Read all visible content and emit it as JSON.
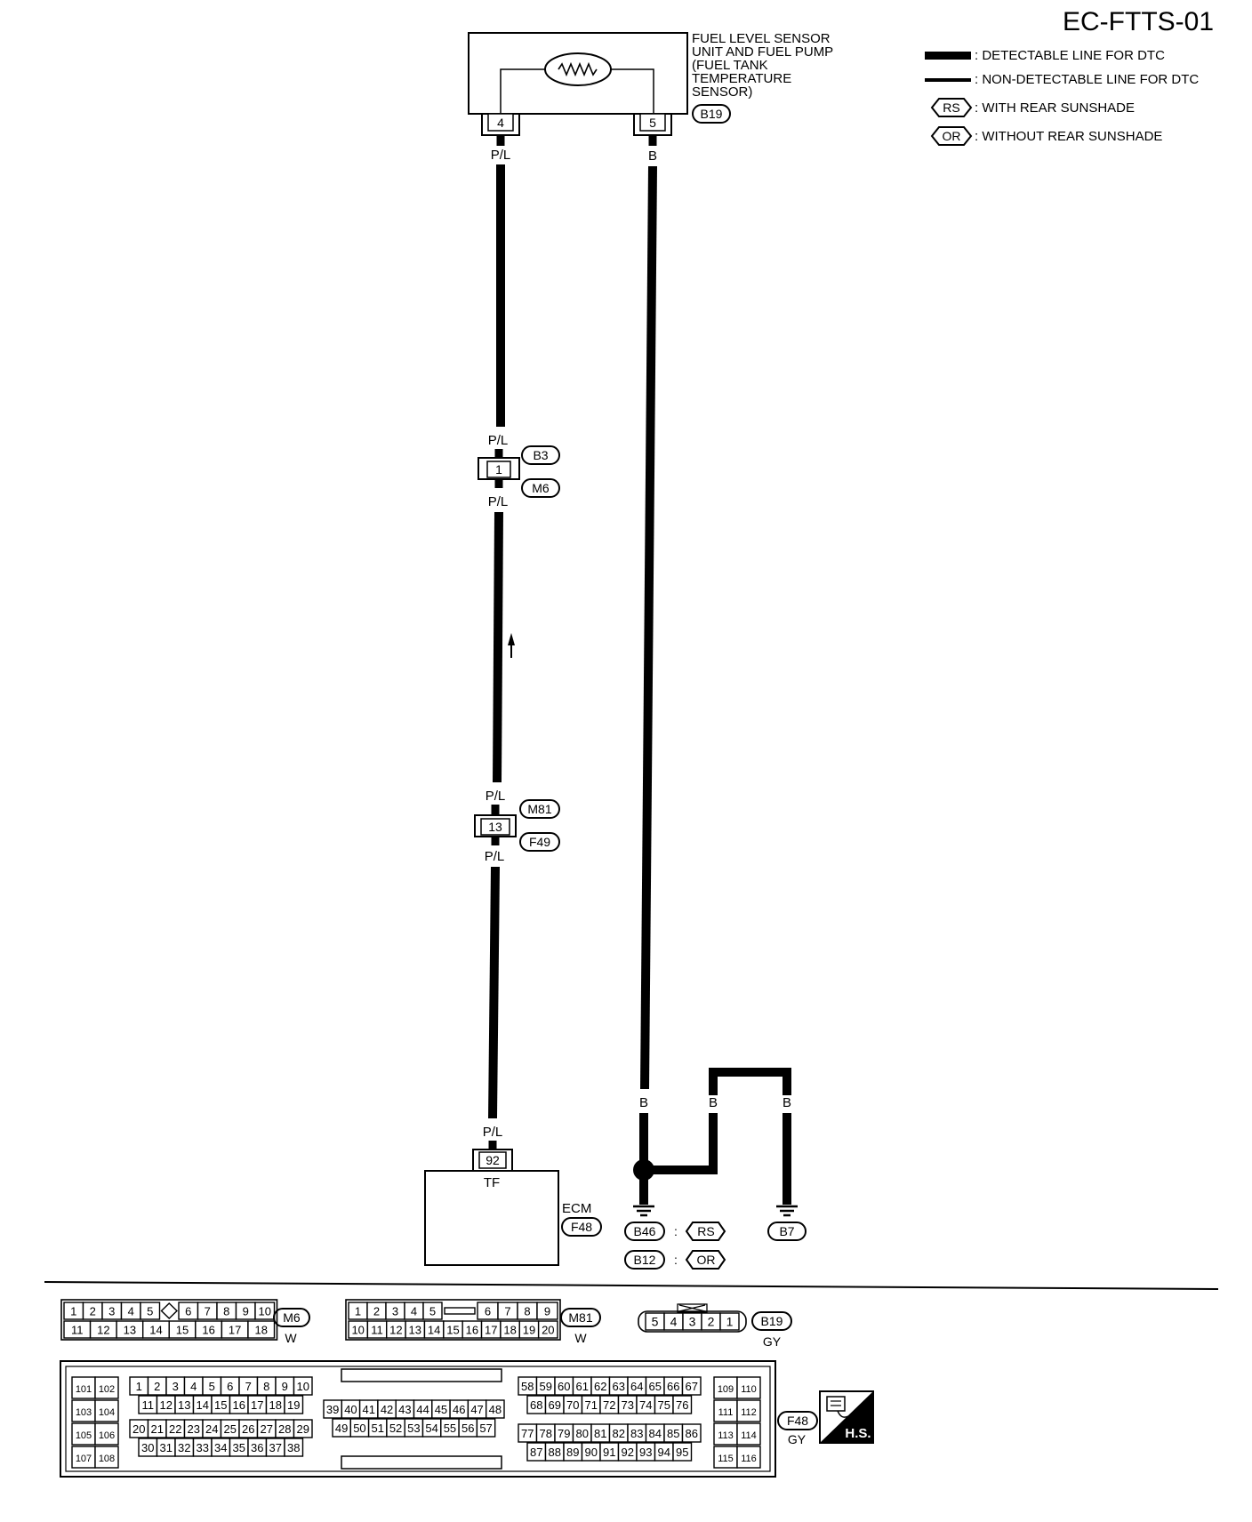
{
  "page_id": "EC-FTTS-01",
  "legend": {
    "detectable": ": DETECTABLE LINE FOR DTC",
    "non_detectable": ": NON-DETECTABLE LINE FOR DTC",
    "rs_code": "RS",
    "rs_text": ": WITH REAR SUNSHADE",
    "or_code": "OR",
    "or_text": ": WITHOUT REAR SUNSHADE"
  },
  "sensor": {
    "label_lines": [
      "FUEL LEVEL SENSOR",
      "UNIT AND FUEL PUMP",
      "(FUEL TANK",
      "TEMPERATURE",
      "SENSOR)"
    ],
    "connector": "B19",
    "pin_left": "4",
    "pin_right": "5"
  },
  "wires": {
    "pl": "P/L",
    "b": "B"
  },
  "joint_b3_m6": {
    "pin": "1",
    "upper_connector": "B3",
    "lower_connector": "M6"
  },
  "joint_m81_f49": {
    "pin": "13",
    "upper_connector": "M81",
    "lower_connector": "F49"
  },
  "ecm": {
    "pin": "92",
    "terminal": "TF",
    "label": "ECM",
    "connector": "F48"
  },
  "grounds": {
    "g1_connector": "B46",
    "g1_condition": "RS",
    "g2_connector": "B12",
    "g2_condition": "OR",
    "g3_connector": "B7",
    "sep": ":"
  },
  "connector_views": {
    "m6": {
      "id": "M6",
      "color": "W",
      "row1": [
        "1",
        "2",
        "3",
        "4",
        "5",
        "",
        "6",
        "7",
        "8",
        "9",
        "10"
      ],
      "row2": [
        "11",
        "12",
        "13",
        "14",
        "15",
        "16",
        "17",
        "18"
      ]
    },
    "m81": {
      "id": "M81",
      "color": "W",
      "row1": [
        "1",
        "2",
        "3",
        "4",
        "5",
        "",
        "6",
        "7",
        "8",
        "9"
      ],
      "row2": [
        "10",
        "11",
        "12",
        "13",
        "14",
        "15",
        "16",
        "17",
        "18",
        "19",
        "20"
      ]
    },
    "b19": {
      "id": "B19",
      "color": "GY",
      "pins": [
        "5",
        "4",
        "3",
        "2",
        "1"
      ]
    },
    "f48": {
      "id": "F48",
      "color": "GY",
      "left_block": [
        [
          "101",
          "102"
        ],
        [
          "103",
          "104"
        ],
        [
          "105",
          "106"
        ],
        [
          "107",
          "108"
        ]
      ],
      "blockA_row1": [
        "1",
        "2",
        "3",
        "4",
        "5",
        "6",
        "7",
        "8",
        "9",
        "10"
      ],
      "blockA_row2": [
        "11",
        "12",
        "13",
        "14",
        "15",
        "16",
        "17",
        "18",
        "19"
      ],
      "blockA_row3": [
        "20",
        "21",
        "22",
        "23",
        "24",
        "25",
        "26",
        "27",
        "28",
        "29"
      ],
      "blockA_row4": [
        "30",
        "31",
        "32",
        "33",
        "34",
        "35",
        "36",
        "37",
        "38"
      ],
      "blockB_row1": [
        "39",
        "40",
        "41",
        "42",
        "43",
        "44",
        "45",
        "46",
        "47",
        "48"
      ],
      "blockB_row2": [
        "49",
        "50",
        "51",
        "52",
        "53",
        "54",
        "55",
        "56",
        "57"
      ],
      "blockC_row1": [
        "58",
        "59",
        "60",
        "61",
        "62",
        "63",
        "64",
        "65",
        "66",
        "67"
      ],
      "blockC_row2": [
        "68",
        "69",
        "70",
        "71",
        "72",
        "73",
        "74",
        "75",
        "76"
      ],
      "blockC_row3": [
        "77",
        "78",
        "79",
        "80",
        "81",
        "82",
        "83",
        "84",
        "85",
        "86"
      ],
      "blockC_row4": [
        "87",
        "88",
        "89",
        "90",
        "91",
        "92",
        "93",
        "94",
        "95"
      ],
      "right_block": [
        [
          "109",
          "110"
        ],
        [
          "111",
          "112"
        ],
        [
          "113",
          "114"
        ],
        [
          "115",
          "116"
        ]
      ]
    }
  },
  "hs_badge": "H.S.",
  "icons": [
    "resistor-thermistor-icon",
    "ground-icon",
    "arrow-up-icon",
    "harness-connector-icon"
  ]
}
